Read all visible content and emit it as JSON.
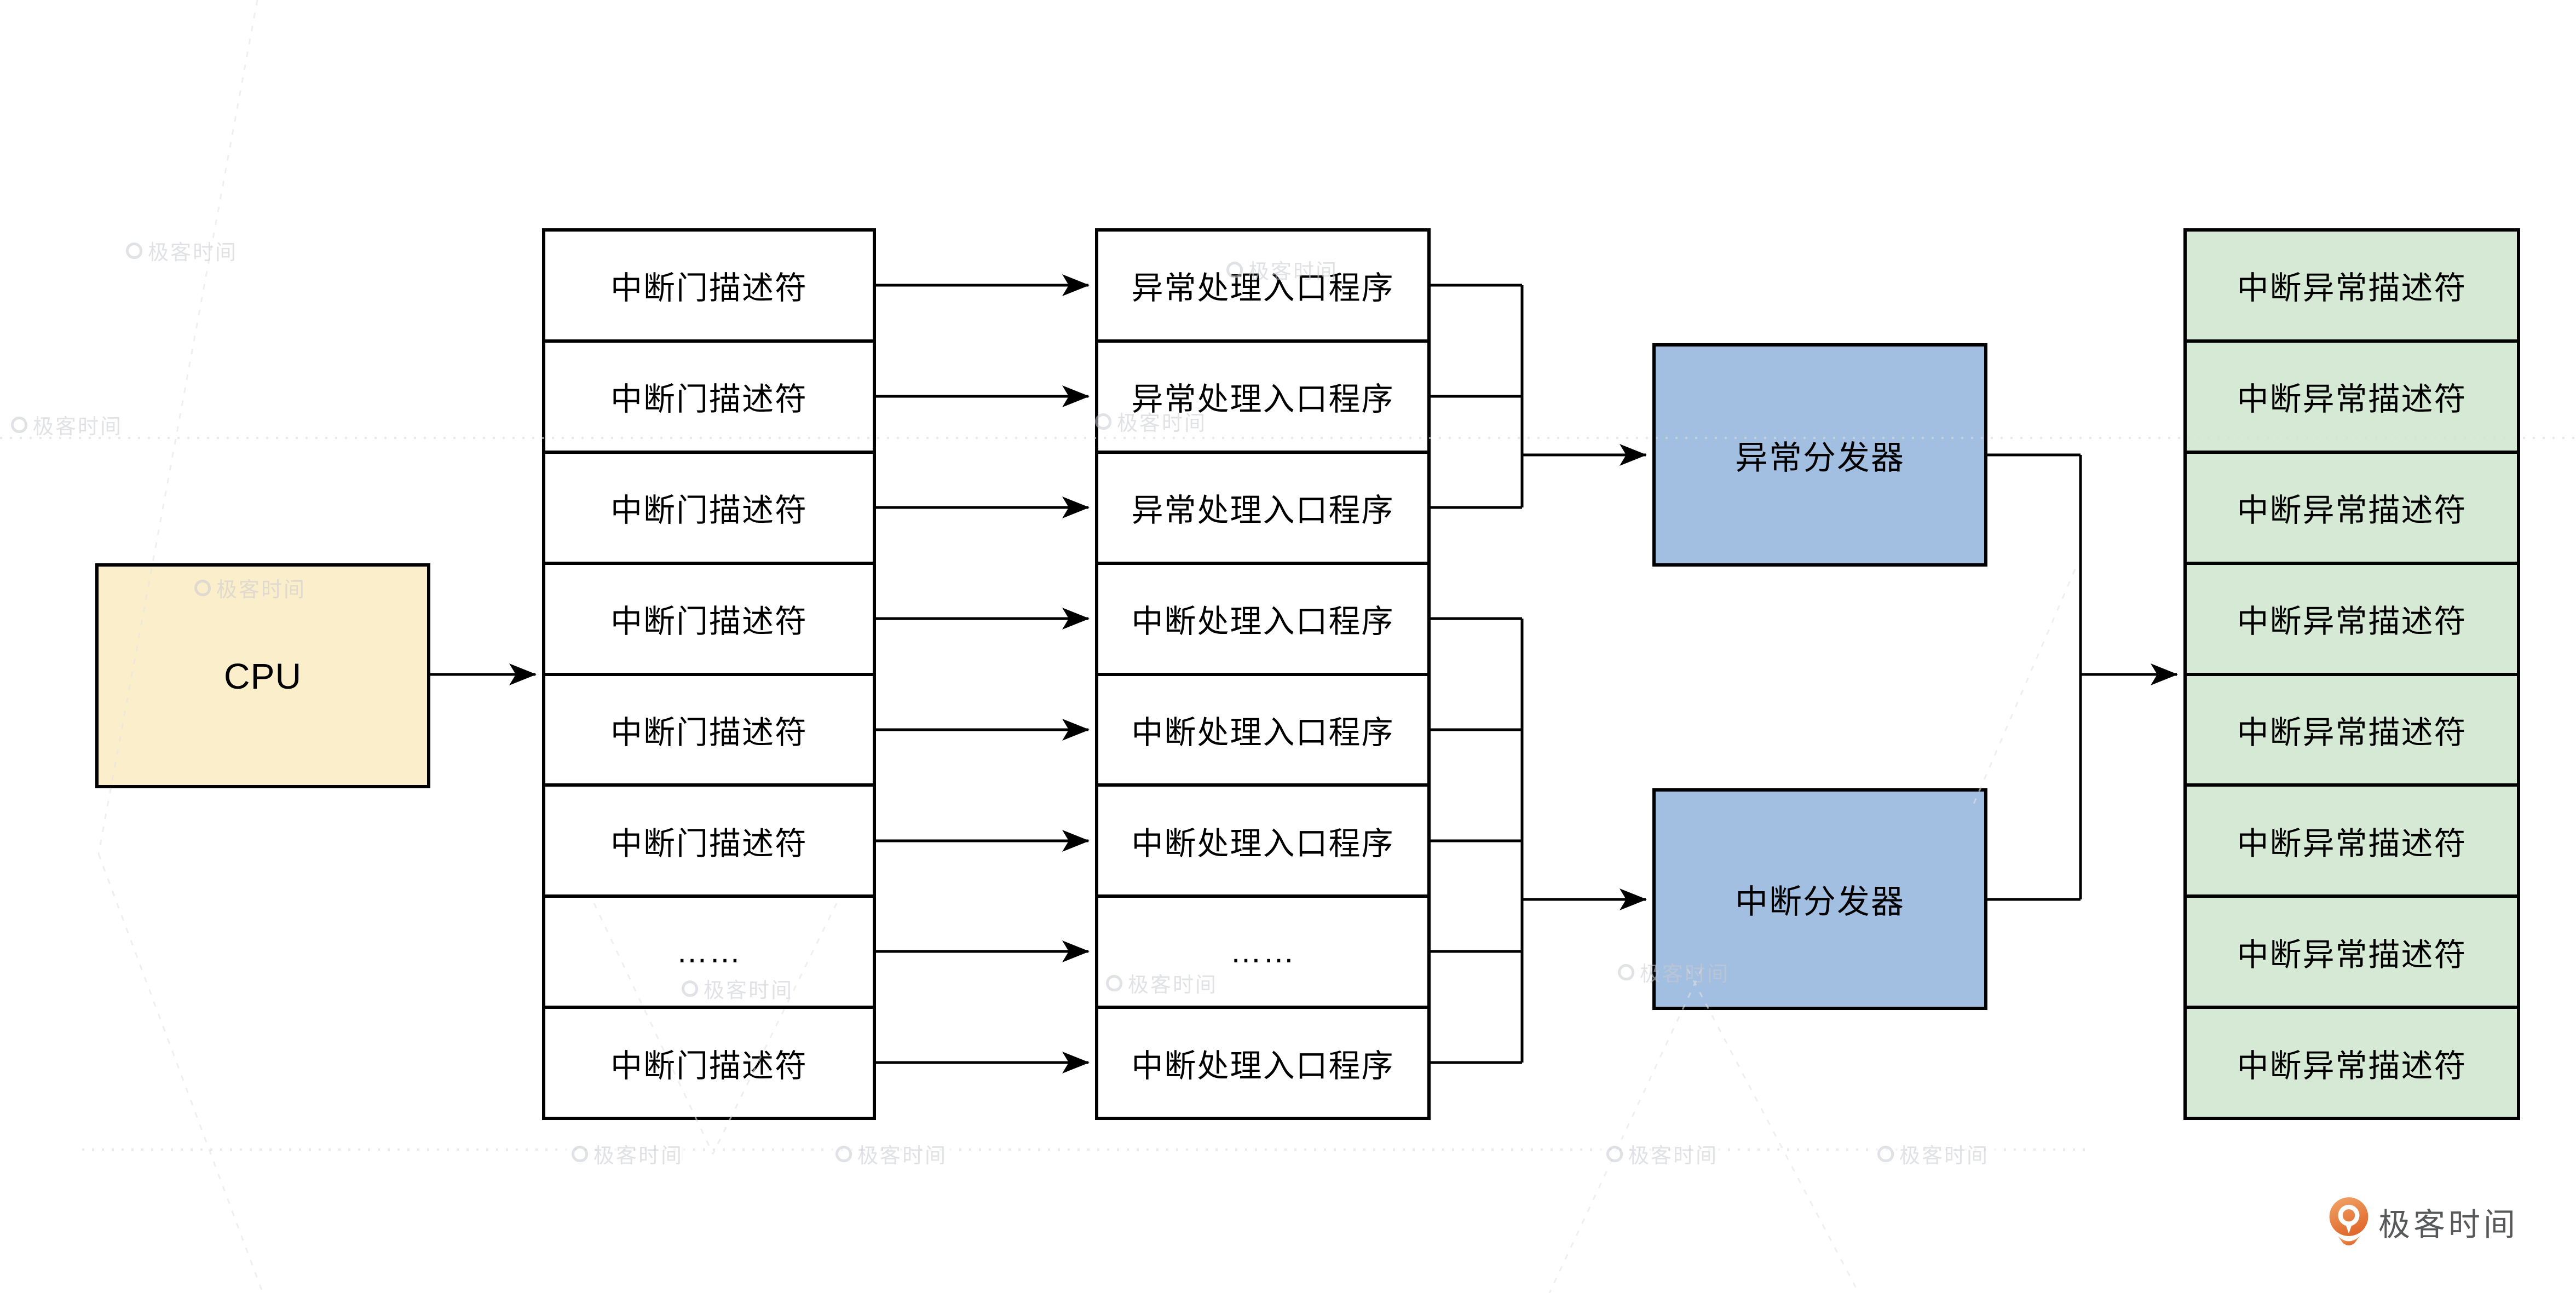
{
  "diagram": {
    "cpu": {
      "label": "CPU"
    },
    "idt": {
      "rows": [
        "中断门描述符",
        "中断门描述符",
        "中断门描述符",
        "中断门描述符",
        "中断门描述符",
        "中断门描述符",
        "……",
        "中断门描述符"
      ]
    },
    "handlers": {
      "rows": [
        "异常处理入口程序",
        "异常处理入口程序",
        "异常处理入口程序",
        "中断处理入口程序",
        "中断处理入口程序",
        "中断处理入口程序",
        "……",
        "中断处理入口程序"
      ]
    },
    "dispatchers": {
      "exception": "异常分发器",
      "interrupt": "中断分发器"
    },
    "descriptors": {
      "rows": [
        "中断异常描述符",
        "中断异常描述符",
        "中断异常描述符",
        "中断异常描述符",
        "中断异常描述符",
        "中断异常描述符",
        "中断异常描述符",
        "中断异常描述符"
      ]
    }
  },
  "colors": {
    "cpu_fill": "#FBEECB",
    "dispatcher_fill": "#A2BEE1",
    "descriptor_fill": "#D6E9D4",
    "box_fill": "#FFFFFF",
    "line": "#000000",
    "watermark": "#C9CBD0",
    "logo_orange": "#E8743B",
    "logo_text_color": "#57585A"
  },
  "watermark": {
    "text": "极客时间"
  },
  "logo": {
    "text": "极客时间"
  }
}
